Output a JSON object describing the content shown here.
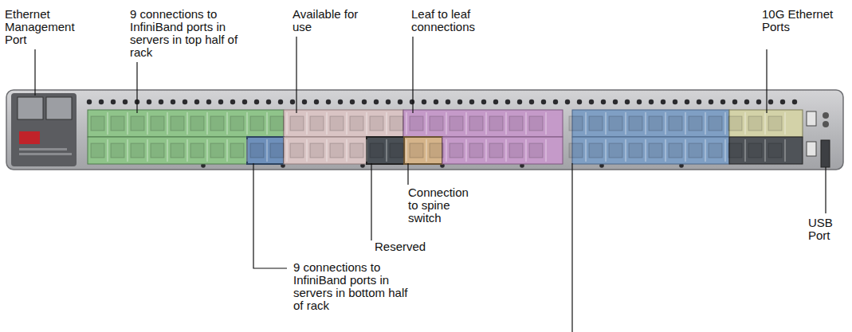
{
  "diagram": {
    "labels": [
      "Ethernet Management Port",
      "9 connections to InfiniBand ports in servers in top half of rack",
      "Available for use",
      "Leaf to leaf connections",
      "10G Ethernet Ports",
      "Connection to spine switch",
      "Reserved",
      "9 connections to InfiniBand ports in servers in bottom half of rack",
      "USB Port"
    ]
  }
}
